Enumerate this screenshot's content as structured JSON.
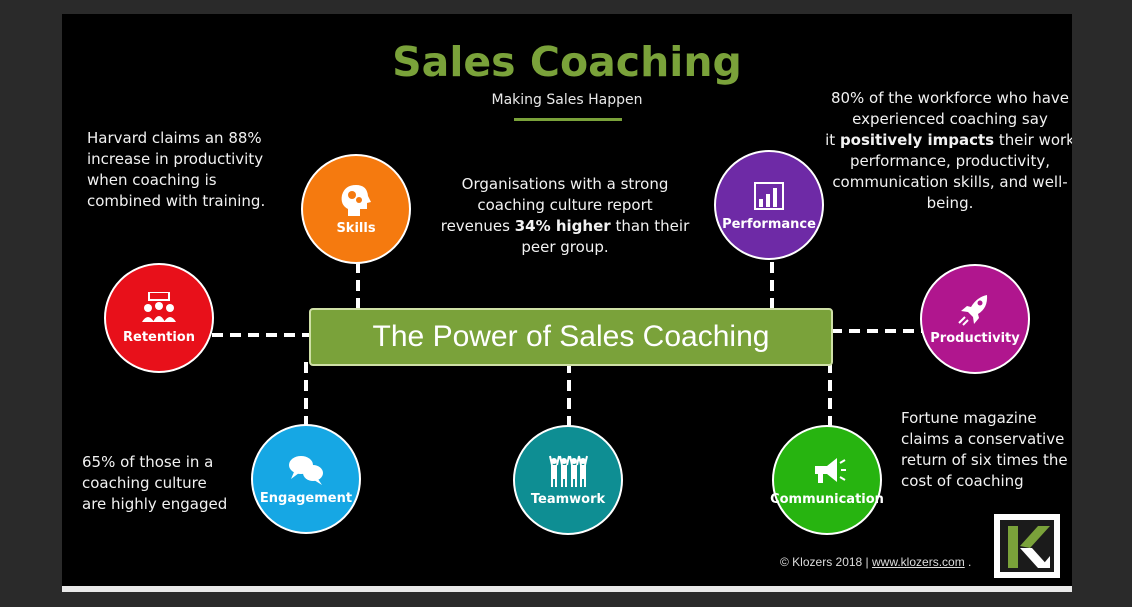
{
  "title": "Sales Coaching",
  "subtitle": "Making Sales Happen",
  "central_label": "The Power of Sales Coaching",
  "nodes": {
    "retention": {
      "label": "Retention",
      "icon": "group-meeting-icon",
      "color": "#e8101a"
    },
    "skills": {
      "label": "Skills",
      "icon": "head-gears-icon",
      "color": "#f57a0f"
    },
    "performance": {
      "label": "Performance",
      "icon": "bar-chart-icon",
      "color": "#6e2aa6"
    },
    "productivity": {
      "label": "Productivity",
      "icon": "rocket-icon",
      "color": "#b0168e"
    },
    "engagement": {
      "label": "Engagement",
      "icon": "speech-bubbles-icon",
      "color": "#16a7e4"
    },
    "teamwork": {
      "label": "Teamwork",
      "icon": "team-cheering-icon",
      "color": "#0e8e93"
    },
    "communication": {
      "label": "Communication",
      "icon": "megaphone-icon",
      "color": "#27b410"
    }
  },
  "blurbs": {
    "harvard": {
      "lines": [
        "Harvard claims an 88%",
        "increase in productivity",
        "when coaching is",
        "combined with training."
      ]
    },
    "culture": {
      "line1": "Organisations with a strong",
      "line2": "coaching culture report",
      "line3_pre": "revenues ",
      "line3_bold": "34% higher",
      "line3_post": " than their",
      "line4": "peer group."
    },
    "workforce": {
      "line1": "80% of the workforce who have",
      "line2": "experienced coaching say",
      "line3_pre": "it ",
      "line3_bold": "positively impacts",
      "line3_post": " their work",
      "line4": "performance, productivity,",
      "line5": "communication skills, and well-",
      "line6": "being."
    },
    "engaged": {
      "lines": [
        "65% of those in a",
        "coaching culture",
        "are highly engaged"
      ]
    },
    "fortune": {
      "lines": [
        "Fortune magazine",
        "claims a conservative",
        "return of six times the",
        "cost of coaching"
      ]
    }
  },
  "footer": {
    "copyright": "© Klozers 2018 | ",
    "link": "www.klozers.com",
    "suffix": " ."
  },
  "colors": {
    "accent_green": "#7aa23a",
    "background": "#000000"
  }
}
